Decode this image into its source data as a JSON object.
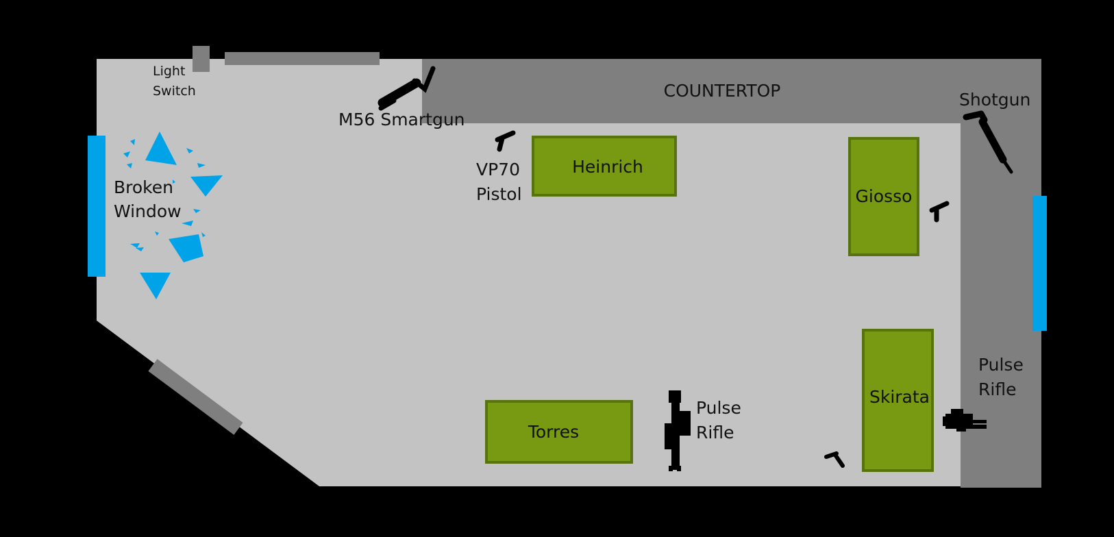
{
  "colors": {
    "background": "#000000",
    "floor": "#c3c3c3",
    "wall": "#7f7f7f",
    "window": "#00a2e8",
    "table": "#779a12",
    "table_border": "#567310",
    "weapon": "#000000",
    "text": "#111111"
  },
  "labels": {
    "countertop": "COUNTERTOP",
    "light_switch": [
      "Light",
      "Switch"
    ],
    "broken_window": [
      "Broken",
      "Window"
    ],
    "smartgun": "M56 Smartgun",
    "pistol": [
      "VP70",
      "Pistol"
    ],
    "shotgun": "Shotgun",
    "pulse_rifle_center": [
      "Pulse",
      "Rifle"
    ],
    "pulse_rifle_right": [
      "Pulse",
      "Rifle"
    ]
  },
  "tables": {
    "heinrich": "Heinrich",
    "giosso": "Giosso",
    "torres": "Torres",
    "skirata": "Skirata"
  },
  "icons": {
    "smartgun": "smartgun-icon",
    "shotgun": "shotgun-icon",
    "pistol": "pistol-icon",
    "pulse_rifle": "pulse-rifle-icon",
    "glass_shards": "glass-shards-icon"
  }
}
